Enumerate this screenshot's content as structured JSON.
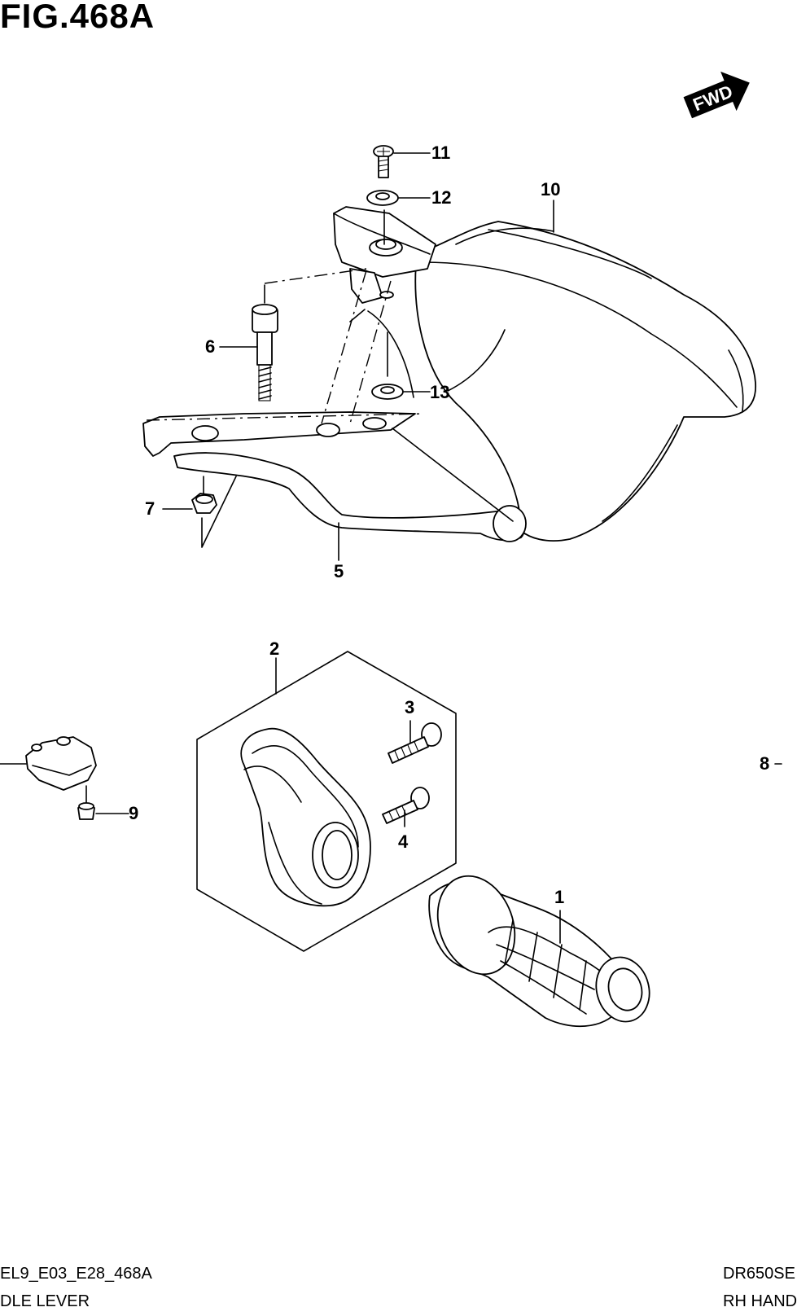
{
  "figure": {
    "title": "FIG.468A",
    "fwd_label": "FWD"
  },
  "callouts": [
    "1",
    "2",
    "3",
    "4",
    "5",
    "6",
    "7",
    "8",
    "9",
    "10",
    "11",
    "12",
    "13"
  ],
  "footer": {
    "left_code": "EL9_E03_E28_468A",
    "left_caption": "DLE LEVER",
    "right_model": "DR650SE",
    "right_caption": "RH HAND"
  }
}
